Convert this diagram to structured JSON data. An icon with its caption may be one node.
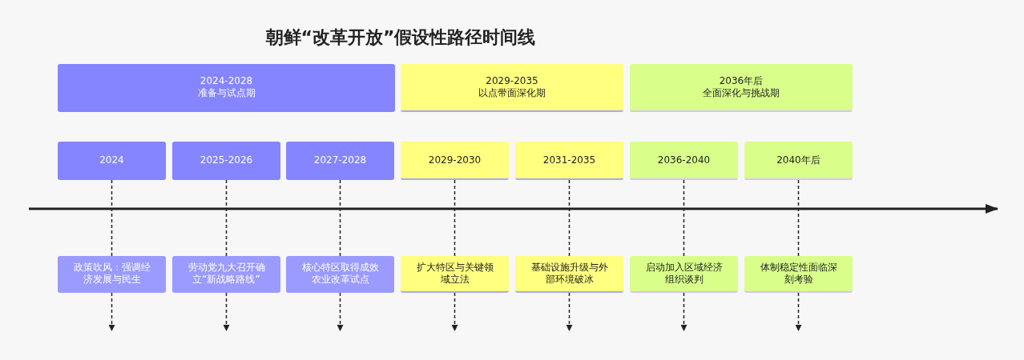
{
  "diagram": {
    "title": "朝鲜“改革开放”假设性路径时间线",
    "nodes": [
      {
        "text": [
          "2024-2028",
          "准备与试点期"
        ]
      },
      {
        "text": [
          "2029-2035",
          "以点带面深化期"
        ]
      },
      {
        "text": [
          "2036年后",
          "全面深化与挑战期"
        ]
      },
      {
        "text": [
          "2024"
        ]
      },
      {
        "text": [
          "2025-2026"
        ]
      },
      {
        "text": [
          "2027-2028"
        ]
      },
      {
        "text": [
          "2029-2030"
        ]
      },
      {
        "text": [
          "2031-2035"
        ]
      },
      {
        "text": [
          "2036-2040"
        ]
      },
      {
        "text": [
          "2040年后"
        ]
      },
      {
        "text": [
          "政策吹风：强调经济发展与民生"
        ]
      },
      {
        "text": [
          "劳动党九大召开确立“新战略路线”"
        ]
      },
      {
        "text": [
          "核心特区取得成效农业改革试点"
        ]
      },
      {
        "text": [
          "扩大特区与关键领域立法"
        ]
      },
      {
        "text": [
          "基础设施升级与外部环境破冰"
        ]
      },
      {
        "text": [
          "启动加入区域经济组织谈判"
        ]
      },
      {
        "text": [
          "体制稳定性面临深刻考验"
        ]
      }
    ],
    "edges": [
      {
        "from": 3,
        "to": 10,
        "arrow": "none",
        "style": "dashed"
      },
      {
        "from": 10,
        "to": null,
        "arrow": "to",
        "style": "dashed"
      },
      {
        "from": 4,
        "to": 11,
        "arrow": "none",
        "style": "dashed"
      },
      {
        "from": 11,
        "to": null,
        "arrow": "to",
        "style": "dashed"
      },
      {
        "from": 5,
        "to": 12,
        "arrow": "none",
        "style": "dashed"
      },
      {
        "from": 12,
        "to": null,
        "arrow": "to",
        "style": "dashed"
      },
      {
        "from": 6,
        "to": 13,
        "arrow": "none",
        "style": "dashed"
      },
      {
        "from": 13,
        "to": null,
        "arrow": "to",
        "style": "dashed"
      },
      {
        "from": 7,
        "to": 14,
        "arrow": "none",
        "style": "dashed"
      },
      {
        "from": 14,
        "to": null,
        "arrow": "to",
        "style": "dashed"
      },
      {
        "from": 8,
        "to": 15,
        "arrow": "none",
        "style": "dashed"
      },
      {
        "from": 15,
        "to": null,
        "arrow": "to",
        "style": "dashed"
      },
      {
        "from": 9,
        "to": 16,
        "arrow": "none",
        "style": "dashed"
      },
      {
        "from": 16,
        "to": null,
        "arrow": "to",
        "style": "dashed"
      }
    ]
  }
}
